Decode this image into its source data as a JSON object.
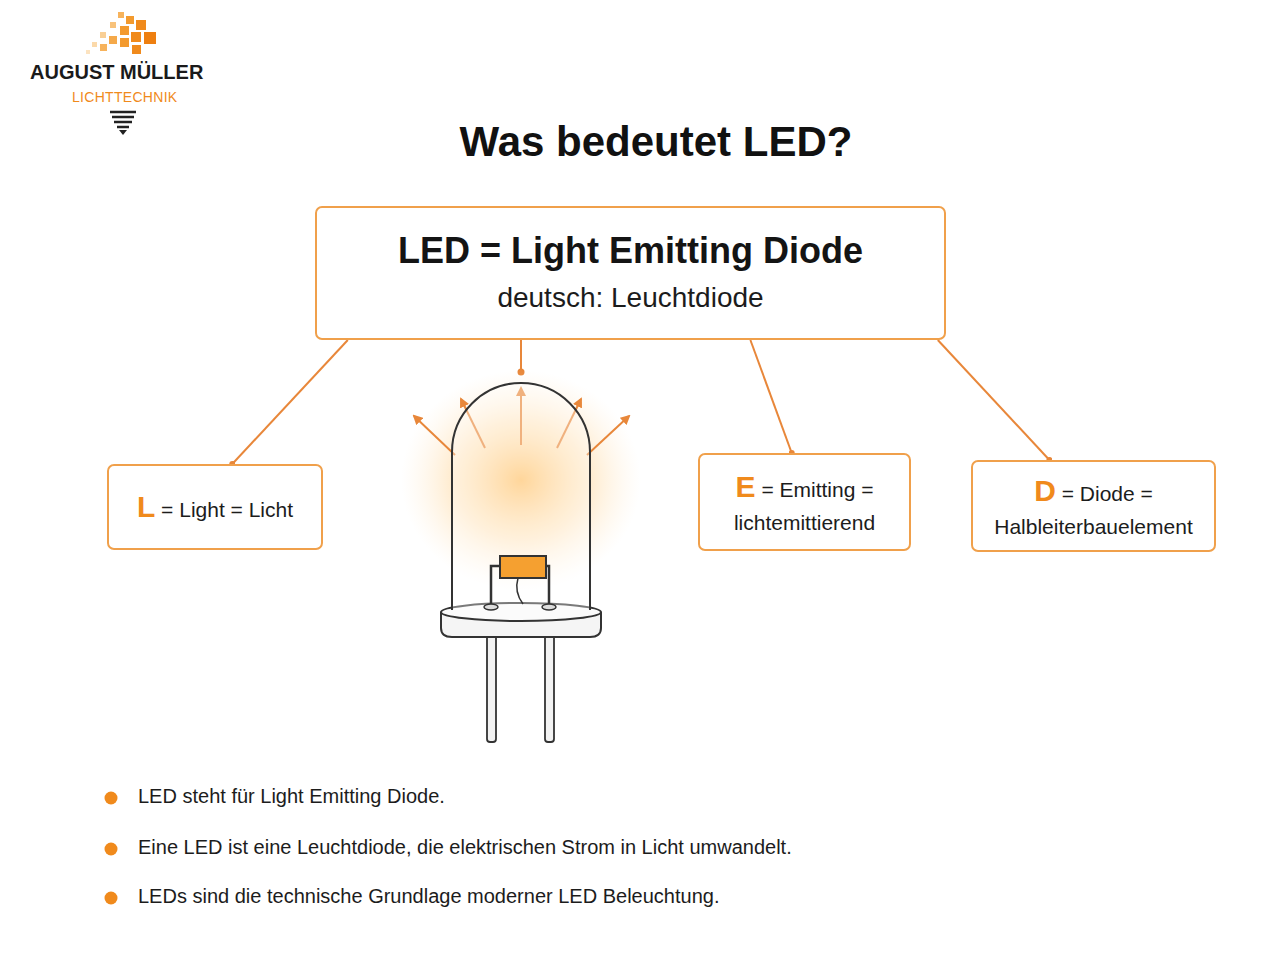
{
  "diagram": {
    "title": "Was bedeutet LED?",
    "nodes": [
      {
        "text": [
          "LED = Light Emitting Diode",
          "deutsch: Leuchtdiode"
        ]
      },
      {
        "text": [
          "L = Light = Licht"
        ]
      },
      {
        "text": [
          "E = Emitting = lichtemittierend"
        ]
      },
      {
        "text": [
          "D = Diode = Halbleiterbauelement"
        ]
      }
    ],
    "edges": [
      {
        "from": 0,
        "to": 1,
        "arrow": "none"
      },
      {
        "from": 0,
        "to": 2,
        "arrow": "none"
      },
      {
        "from": 0,
        "to": 3,
        "arrow": "none"
      }
    ],
    "labels": [
      "AUGUST MÜLLER",
      "LICHTTECHNIK",
      "LED steht für Light Emitting Diode.",
      "Eine LED ist eine Leuchtdiode, die elektrischen Strom in Licht umwandelt.",
      "LEDs sind die technische Grundlage moderner LED Beleuchtung."
    ]
  }
}
